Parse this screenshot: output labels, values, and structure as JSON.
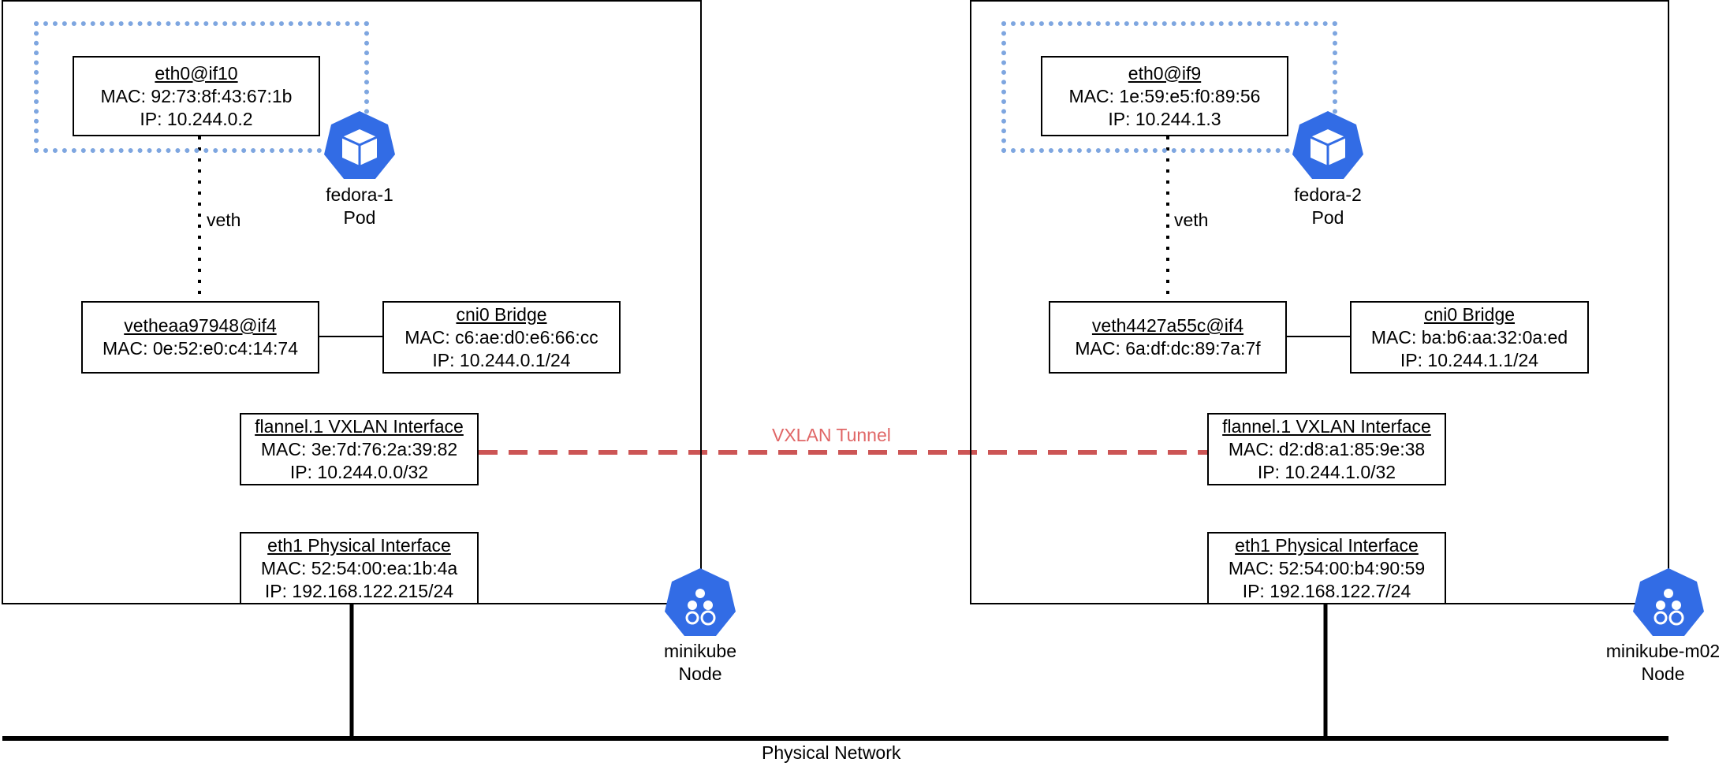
{
  "nodes": [
    {
      "name": "minikube",
      "kind": "Node",
      "pod": {
        "name": "fedora-1",
        "kind": "Pod",
        "interface": {
          "name": "eth0@if10",
          "mac": "MAC: 92:73:8f:43:67:1b",
          "ip": "IP: 10.244.0.2"
        }
      },
      "veth_label": "veth",
      "veth_iface": {
        "name": "vetheaa97948@if4",
        "mac": "MAC: 0e:52:e0:c4:14:74"
      },
      "bridge": {
        "name": "cni0 Bridge",
        "mac": "MAC: c6:ae:d0:e6:66:cc",
        "ip": "IP: 10.244.0.1/24"
      },
      "flannel": {
        "name": "flannel.1 VXLAN Interface",
        "mac": "MAC: 3e:7d:76:2a:39:82",
        "ip": "IP: 10.244.0.0/32"
      },
      "physical": {
        "name": "eth1 Physical Interface",
        "mac": "MAC: 52:54:00:ea:1b:4a",
        "ip": "IP: 192.168.122.215/24"
      }
    },
    {
      "name": "minikube-m02",
      "kind": "Node",
      "pod": {
        "name": "fedora-2",
        "kind": "Pod",
        "interface": {
          "name": "eth0@if9",
          "mac": "MAC: 1e:59:e5:f0:89:56",
          "ip": "IP: 10.244.1.3"
        }
      },
      "veth_label": "veth",
      "veth_iface": {
        "name": "veth4427a55c@if4",
        "mac": "MAC: 6a:df:dc:89:7a:7f"
      },
      "bridge": {
        "name": "cni0 Bridge",
        "mac": "MAC: ba:b6:aa:32:0a:ed",
        "ip": "IP: 10.244.1.1/24"
      },
      "flannel": {
        "name": "flannel.1 VXLAN Interface",
        "mac": "MAC: d2:d8:a1:85:9e:38",
        "ip": "IP: 10.244.1.0/32"
      },
      "physical": {
        "name": "eth1 Physical Interface",
        "mac": "MAC: 52:54:00:b4:90:59",
        "ip": "IP: 192.168.122.7/24"
      }
    }
  ],
  "tunnel_label": "VXLAN Tunnel",
  "network_label": "Physical Network",
  "icons": {
    "pod": "kubernetes-pod-icon",
    "node": "kubernetes-node-icon"
  },
  "colors": {
    "tunnel": "#cc5555",
    "pod_border": "#7ea6e0",
    "k8s_blue": "#326ce5"
  }
}
